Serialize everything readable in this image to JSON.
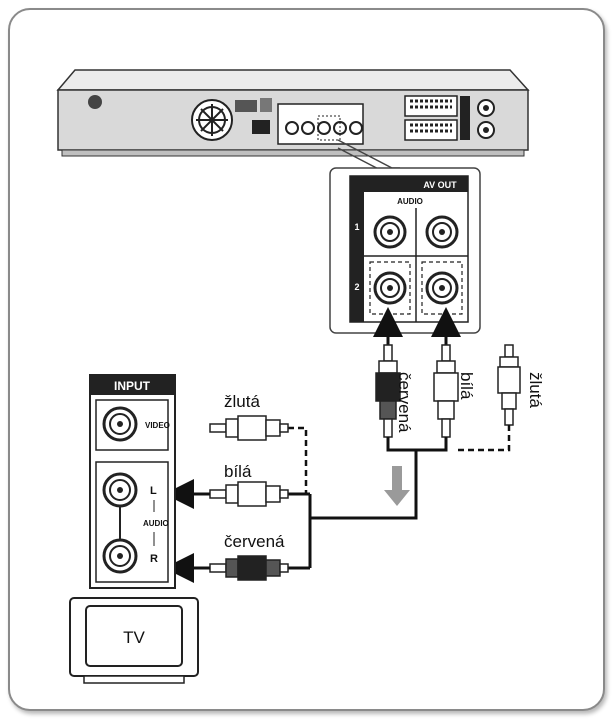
{
  "diagram": {
    "recorder": {
      "av_out_label": "AV OUT",
      "audio_label": "AUDIO",
      "row_labels": [
        "1",
        "2"
      ]
    },
    "tv_panel": {
      "input_label": "INPUT",
      "video_label": "VIDEO",
      "audio_label": "AUDIO",
      "left_label": "L",
      "right_label": "R"
    },
    "tv": {
      "label": "TV"
    },
    "cables": {
      "left_yellow": "žlutá",
      "left_white": "bílá",
      "left_red": "červená",
      "right_red": "červená",
      "right_white": "bílá",
      "right_yellow": "žlutá"
    },
    "colors": {
      "outline": "#8a8a8a",
      "cable": "#111111",
      "arrow": "#9a9a9a"
    }
  }
}
